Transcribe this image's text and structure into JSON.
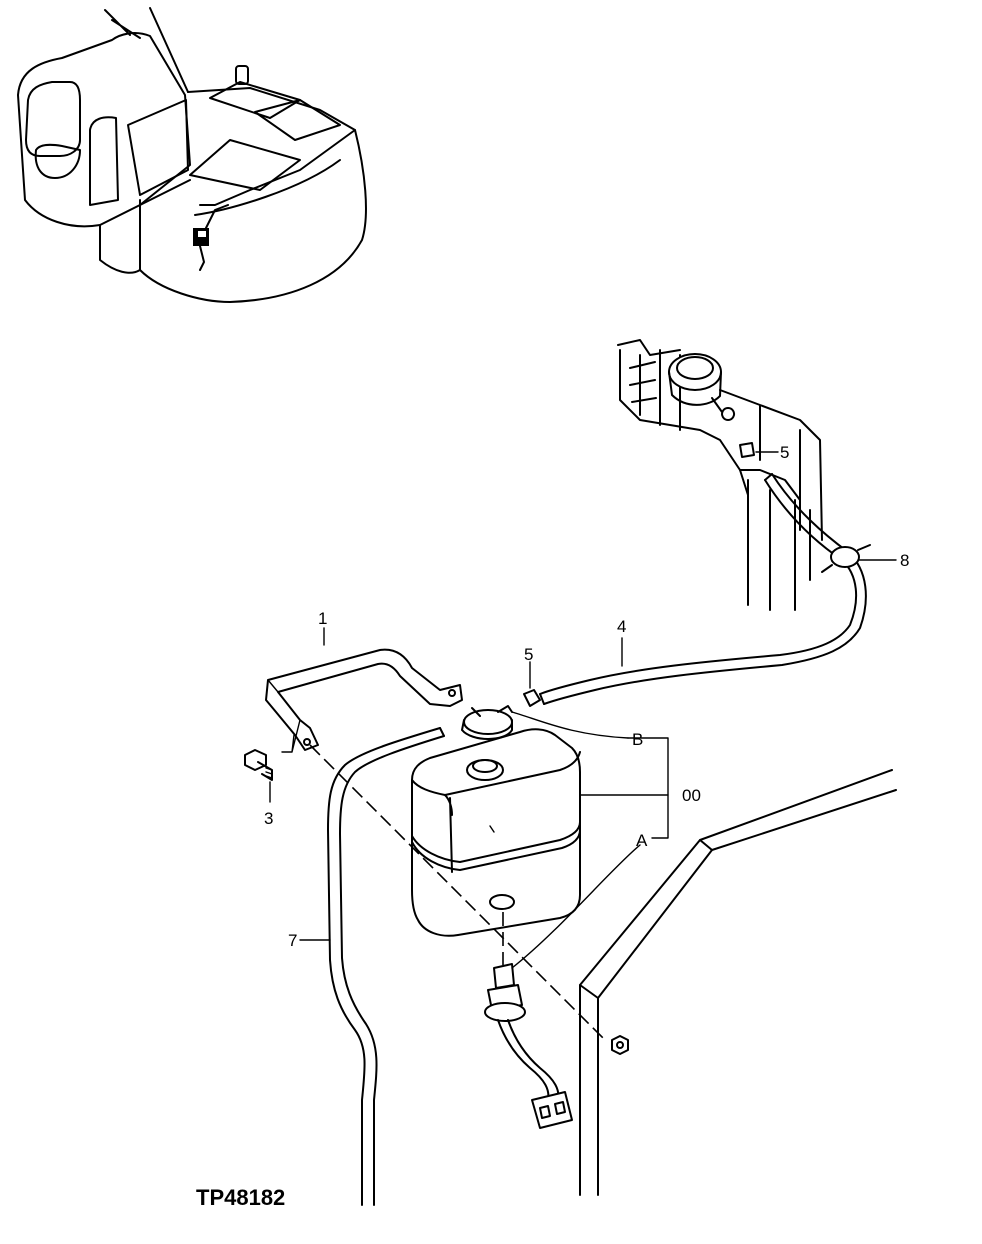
{
  "figure_id": "TP48182",
  "callouts": [
    {
      "id": "c1",
      "text": "1"
    },
    {
      "id": "c3",
      "text": "3"
    },
    {
      "id": "c4",
      "text": "4"
    },
    {
      "id": "c5a",
      "text": "5"
    },
    {
      "id": "c5b",
      "text": "5"
    },
    {
      "id": "c7",
      "text": "7"
    },
    {
      "id": "c8",
      "text": "8"
    },
    {
      "id": "cA",
      "text": "A"
    },
    {
      "id": "cB",
      "text": "B"
    },
    {
      "id": "c00",
      "text": "00"
    }
  ]
}
